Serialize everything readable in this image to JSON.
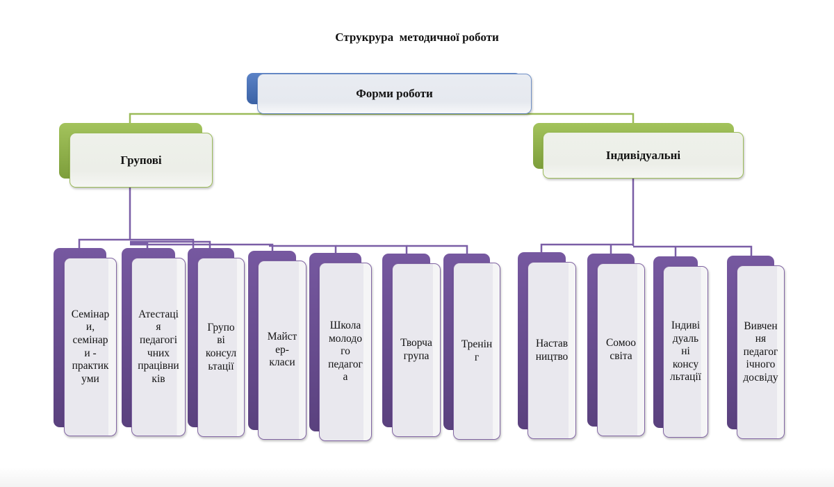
{
  "title": "Струкрура  методичної роботи",
  "root": {
    "label": "Форми роботи",
    "color": "#4f81bd"
  },
  "groups": [
    {
      "label": "Групові",
      "color": "#9bbb59",
      "items": [
        {
          "label": "Семінар\nи,\nсемінар\nи -\nпрактик\nуми"
        },
        {
          "label": "Атестаці\nя\nпедагогі\nчних\nпрацівни\nків"
        },
        {
          "label": "Групо\nві\nконсул\nьтації"
        },
        {
          "label": "Майст\nер-\nкласи"
        },
        {
          "label": "Школа\nмолодо\nго\nпедагог\nа"
        },
        {
          "label": "Творча\nгрупа"
        },
        {
          "label": "Тренін\nг"
        }
      ]
    },
    {
      "label": "Індивідуальні",
      "color": "#9bbb59",
      "items": [
        {
          "label": "Настав\nництво"
        },
        {
          "label": "Сомоо\nсвіта"
        },
        {
          "label": "Індиві\nдуаль\nні\nконсу\nльтації"
        },
        {
          "label": "Вивчен\nня\nпедагог\nічного\nдосвіду"
        }
      ]
    }
  ],
  "colors": {
    "connector_green": "#9bbb59",
    "connector_purple": "#7a5ea6",
    "item_fill": "#8064a2"
  }
}
